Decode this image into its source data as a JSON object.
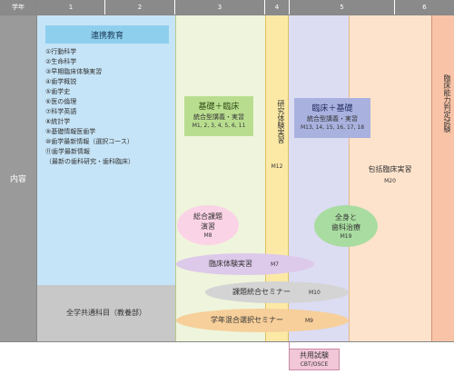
{
  "header": {
    "gakunen": "学年",
    "years": [
      "1",
      "2",
      "3",
      "4",
      "5",
      "6"
    ]
  },
  "row_label": "内容",
  "renkei": {
    "title": "連携教育",
    "items": [
      "①行動科学",
      "②生命科学",
      "③早期臨床体験実習",
      "④歯学概説",
      "⑤歯学史",
      "⑥医の倫理",
      "⑦科学英語",
      "⑧統計学",
      "⑨基礎情報医歯学",
      "⑩歯学最新情報（選択コース）",
      "⑪歯学最新情報",
      "（最新の歯科研究・歯科臨床）"
    ]
  },
  "kiso_rinsho": {
    "title": "基礎＋臨床",
    "line2": "統合型講義・実習",
    "line3": "M1, 2, 3, 4, 5, 6, 11"
  },
  "kenkyu": {
    "title": "研究体験実習",
    "code": "M12"
  },
  "rinsho_kiso": {
    "title": "臨床＋基礎",
    "line2": "統合型講義・実習",
    "line3": "M13, 14, 15, 16, 17, 18"
  },
  "hokatsu": {
    "title": "包括臨床実習",
    "code": "M20"
  },
  "rinsho_noryoku": "臨床能力判定試験",
  "sogo_kadai": {
    "line1": "総合課題",
    "line2": "演習",
    "code": "M8"
  },
  "zenshin": {
    "line1": "全身と",
    "line2": "歯科治療",
    "code": "M19"
  },
  "rinsho_taiken": {
    "label": "臨床体験実習",
    "code": "M7"
  },
  "kadai_togo": {
    "label": "課題統合セミナー",
    "code": "M10"
  },
  "gakunen_kongo": {
    "label": "学年混合選択セミナー",
    "code": "M9"
  },
  "zengaku": "全学共通科目（教養部）",
  "kyoyo_shiken": {
    "line1": "共用試験",
    "line2": "CBT/OSCE"
  },
  "colors": {
    "blue": "#c6e4f7",
    "blue_title": "#8fcfee",
    "green_pale": "#eef5dc",
    "green_box": "#b9dd8f",
    "yellow_col": "#fce9a6",
    "lavender": "#dcdcf3",
    "lavender_box": "#a9b1df",
    "peach": "#fde3cc",
    "salmon": "#f8c3a6",
    "pink": "#fbd3e6",
    "green_ellipse": "#a9dca0",
    "purple_ellipse": "#ddc9ea",
    "gray_ellipse": "#d4d4d4",
    "orange_ellipse": "#f7cf9a",
    "gray_band": "#c8c8c8",
    "shiken_box": "#f2c7d8"
  }
}
